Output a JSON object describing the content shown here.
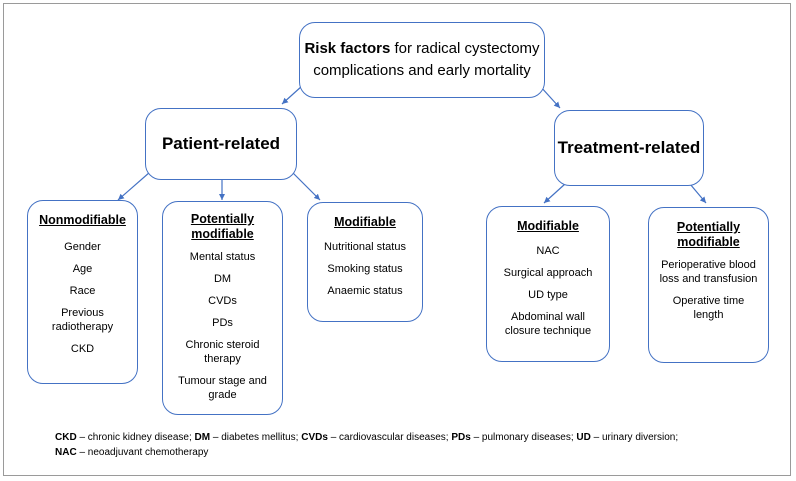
{
  "title": {
    "bold": "Risk factors",
    "rest_line1": " for radical cystectomy",
    "line2": "complications and early mortality"
  },
  "patient_related": {
    "label": "Patient-related",
    "nonmodifiable": {
      "title": "Nonmodifiable",
      "items": [
        "Gender",
        "Age",
        "Race",
        "Previous radiotherapy",
        "CKD"
      ]
    },
    "potentially_modifiable": {
      "title": "Potentially modifiable",
      "items": [
        "Mental status",
        "DM",
        "CVDs",
        "PDs",
        "Chronic steroid therapy",
        "Tumour stage and grade"
      ]
    },
    "modifiable": {
      "title": "Modifiable",
      "items": [
        "Nutritional status",
        "Smoking status",
        "Anaemic status"
      ]
    }
  },
  "treatment_related": {
    "label": "Treatment-related",
    "modifiable": {
      "title": "Modifiable",
      "items": [
        "NAC",
        "Surgical approach",
        "UD type",
        "Abdominal wall closure technique"
      ]
    },
    "potentially_modifiable": {
      "title": "Potentially modifiable",
      "items": [
        "Perioperative blood loss and transfusion",
        "Operative time length"
      ]
    }
  },
  "footnote": {
    "line1": [
      {
        "abbr": "CKD",
        "def": " – chronic kidney disease; "
      },
      {
        "abbr": "DM",
        "def": " – diabetes mellitus; "
      },
      {
        "abbr": "CVDs",
        "def": " – cardiovascular diseases; "
      },
      {
        "abbr": "PDs",
        "def": " – pulmonary diseases; "
      },
      {
        "abbr": "UD",
        "def": " – urinary diversion;"
      }
    ],
    "line2": [
      {
        "abbr": "NAC",
        "def": " – neoadjuvant chemotherapy"
      }
    ]
  },
  "colors": {
    "border": "#4472c4",
    "arrow": "#4472c4"
  }
}
